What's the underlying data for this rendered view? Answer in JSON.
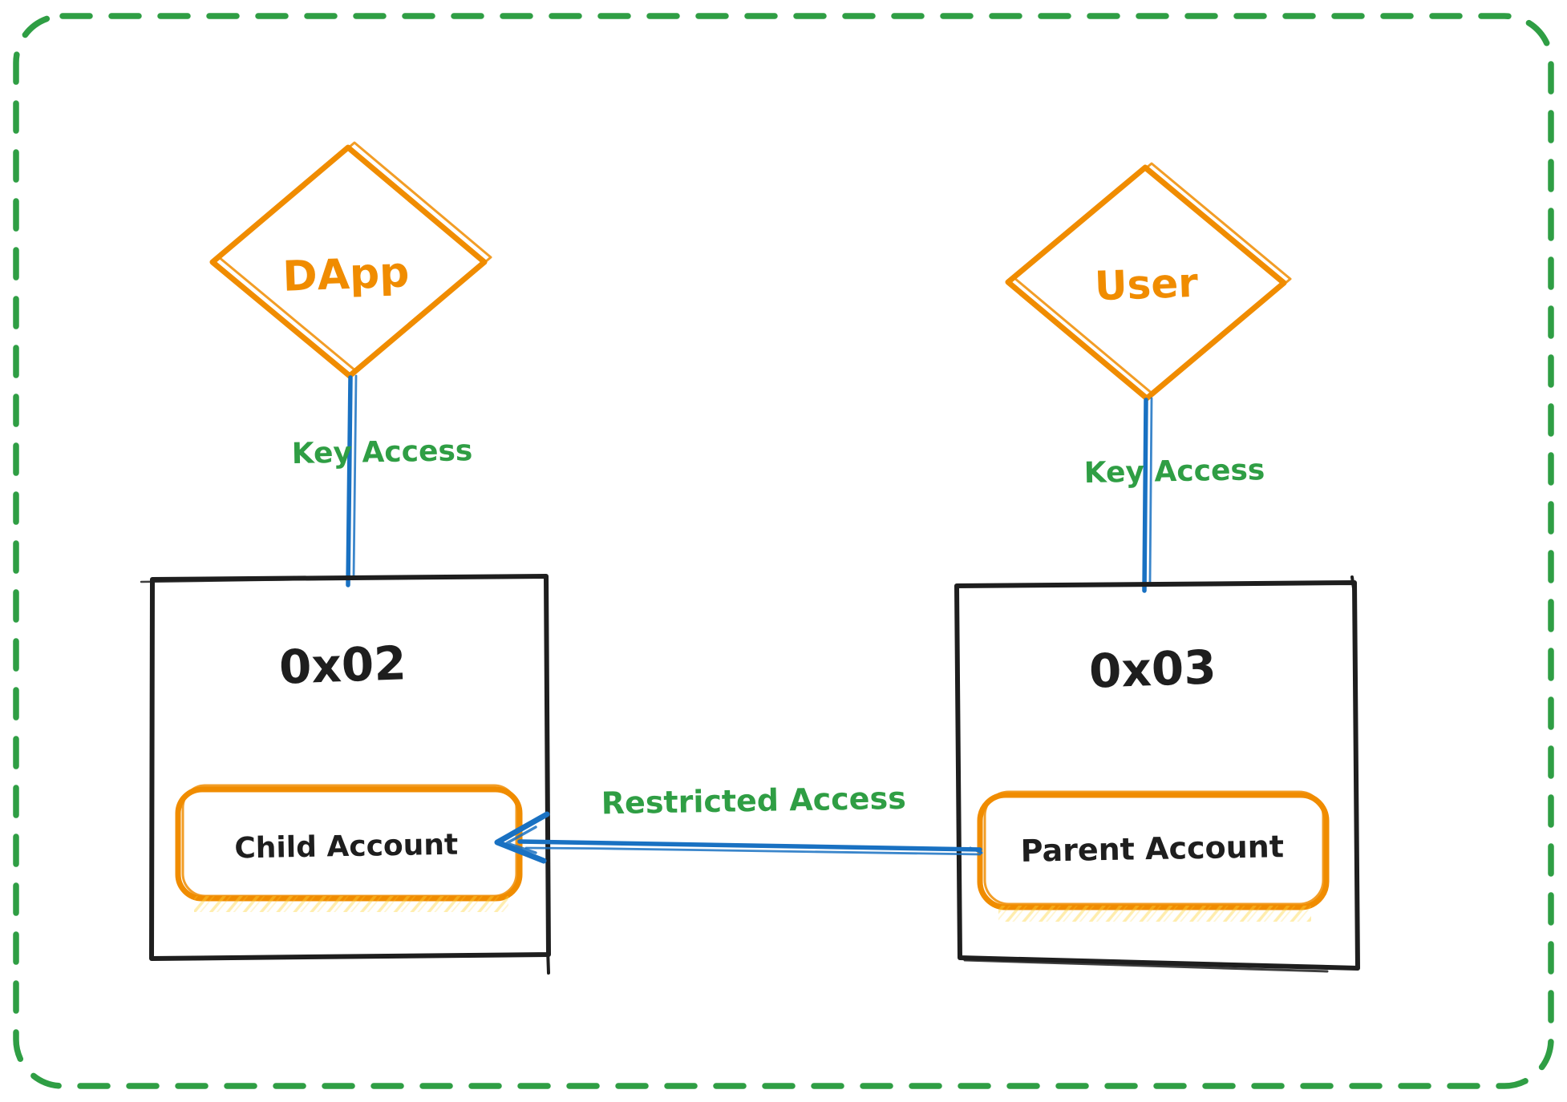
{
  "diagram": {
    "background": "#ffffff",
    "border_color": "#2f9e44",
    "palette": {
      "orange_stroke": "#f08c00",
      "yellow_hatch": "#ffd43b",
      "green_text": "#2f9e44",
      "blue_connector": "#1971c2",
      "black_stroke": "#1e1e1e"
    },
    "nodes": {
      "dapp": {
        "label": "DApp",
        "color": "#f08c00"
      },
      "user": {
        "label": "User",
        "color": "#f08c00"
      },
      "wallet_left": {
        "label": "0x02",
        "color": "#1e1e1e"
      },
      "wallet_right": {
        "label": "0x03",
        "color": "#1e1e1e"
      },
      "child_account": {
        "label": "Child Account",
        "border_color": "#f08c00",
        "label_color": "#1e1e1e"
      },
      "parent_account": {
        "label": "Parent Account",
        "border_color": "#f08c00",
        "label_color": "#1e1e1e"
      }
    },
    "edges": {
      "dapp_key": {
        "label": "Key Access",
        "color": "#1971c2",
        "label_color": "#2f9e44",
        "from": "DApp",
        "to": "0x02"
      },
      "user_key": {
        "label": "Key Access",
        "color": "#1971c2",
        "label_color": "#2f9e44",
        "from": "User",
        "to": "0x03"
      },
      "restricted": {
        "label": "Restricted Access",
        "color": "#1971c2",
        "label_color": "#2f9e44",
        "from": "Parent Account",
        "to": "Child Account"
      }
    }
  }
}
